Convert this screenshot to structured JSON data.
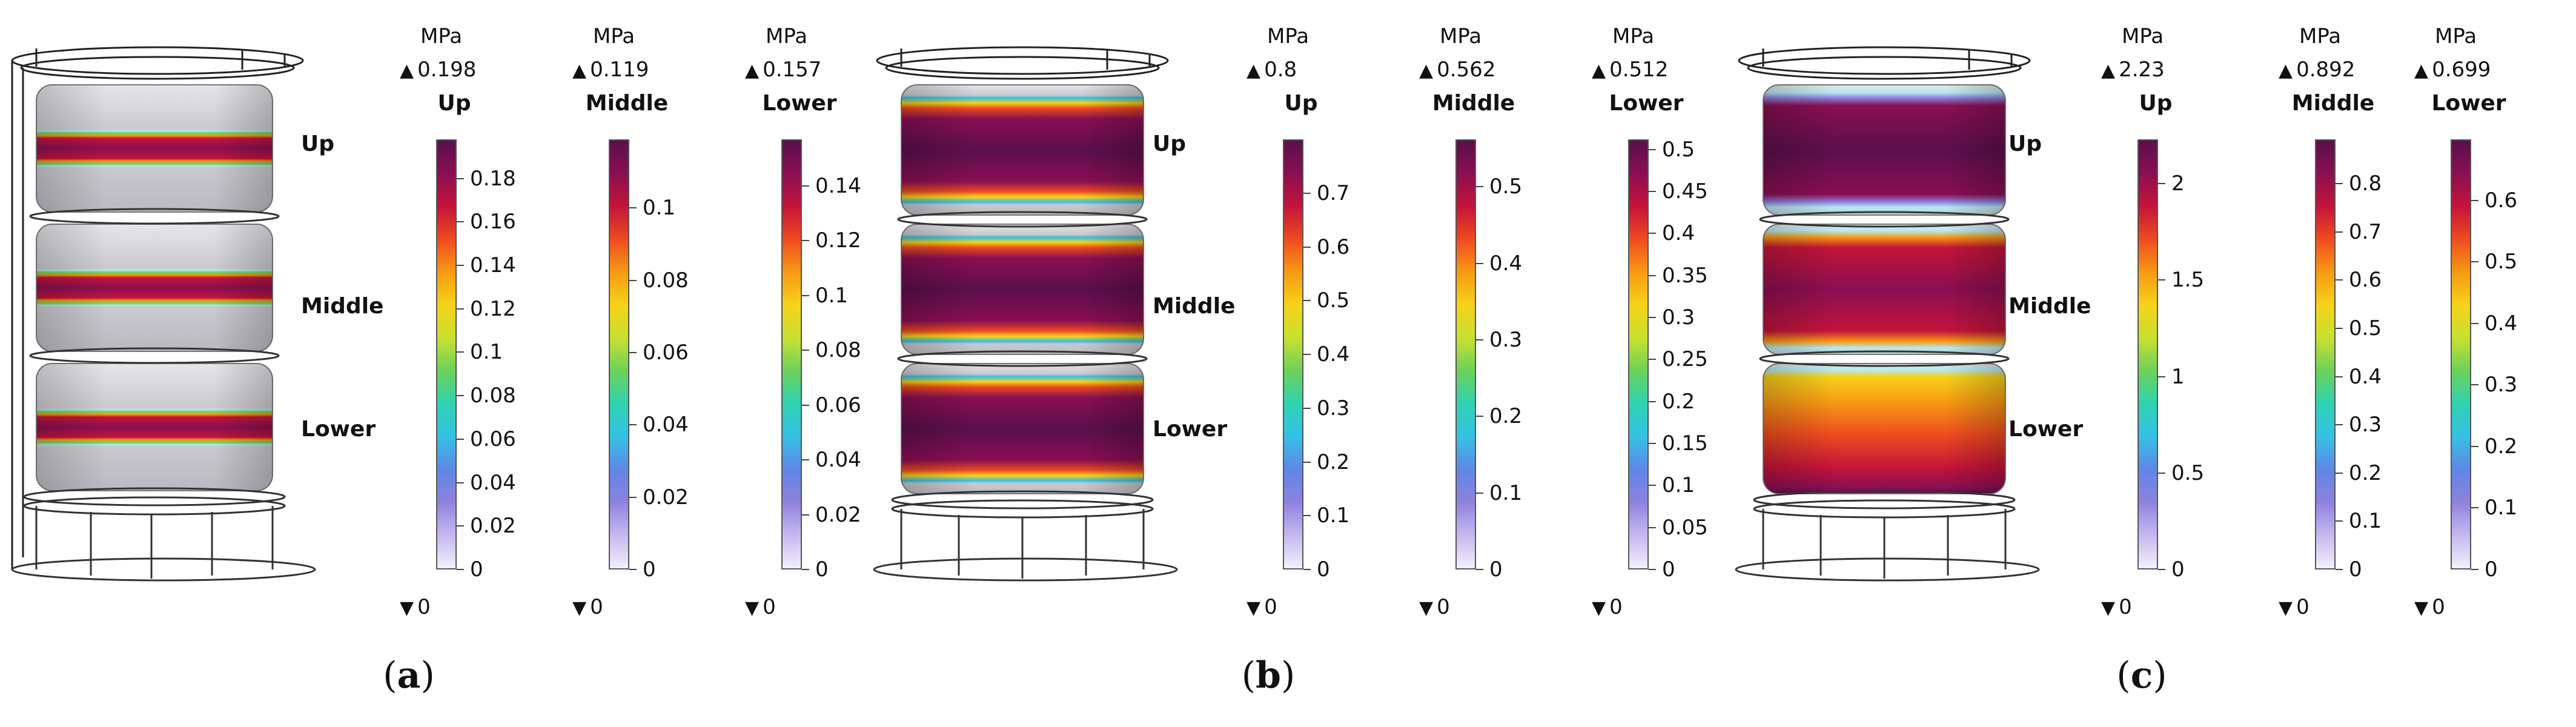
{
  "colormap": [
    "#f2f0fa",
    "#c6b8ef",
    "#8f82de",
    "#5f86e6",
    "#35c1e5",
    "#2fd2b2",
    "#6bd25a",
    "#c8e030",
    "#f6d31a",
    "#f79a13",
    "#ee4b1f",
    "#c4143a",
    "#8a0f52",
    "#5a0f4d"
  ],
  "panels": [
    {
      "label": "a",
      "cylinder_labels": [
        "Up",
        "Middle",
        "Lower"
      ],
      "colorbars": [
        {
          "unit": "MPa",
          "max": "0.198",
          "min": "0",
          "title": "Up",
          "ticks": [
            "0",
            "0.02",
            "0.04",
            "0.06",
            "0.08",
            "0.1",
            "0.12",
            "0.14",
            "0.16",
            "0.18"
          ],
          "tick_values": [
            0,
            0.02,
            0.04,
            0.06,
            0.08,
            0.1,
            0.12,
            0.14,
            0.16,
            0.18
          ],
          "range": [
            0,
            0.198
          ]
        },
        {
          "unit": "MPa",
          "max": "0.119",
          "min": "0",
          "title": "Middle",
          "ticks": [
            "0",
            "0.02",
            "0.04",
            "0.06",
            "0.08",
            "0.1"
          ],
          "tick_values": [
            0,
            0.02,
            0.04,
            0.06,
            0.08,
            0.1
          ],
          "range": [
            0,
            0.119
          ]
        },
        {
          "unit": "MPa",
          "max": "0.157",
          "min": "0",
          "title": "Lower",
          "ticks": [
            "0",
            "0.02",
            "0.04",
            "0.06",
            "0.08",
            "0.1",
            "0.12",
            "0.14"
          ],
          "tick_values": [
            0,
            0.02,
            0.04,
            0.06,
            0.08,
            0.1,
            0.12,
            0.14
          ],
          "range": [
            0,
            0.157
          ]
        }
      ]
    },
    {
      "label": "b",
      "cylinder_labels": [
        "Up",
        "Middle",
        "Lower"
      ],
      "colorbars": [
        {
          "unit": "MPa",
          "max": "0.8",
          "min": "0",
          "title": "Up",
          "ticks": [
            "0",
            "0.1",
            "0.2",
            "0.3",
            "0.4",
            "0.5",
            "0.6",
            "0.7"
          ],
          "tick_values": [
            0,
            0.1,
            0.2,
            0.3,
            0.4,
            0.5,
            0.6,
            0.7
          ],
          "range": [
            0,
            0.8
          ]
        },
        {
          "unit": "MPa",
          "max": "0.562",
          "min": "0",
          "title": "Middle",
          "ticks": [
            "0",
            "0.1",
            "0.2",
            "0.3",
            "0.4",
            "0.5"
          ],
          "tick_values": [
            0,
            0.1,
            0.2,
            0.3,
            0.4,
            0.5
          ],
          "range": [
            0,
            0.562
          ]
        },
        {
          "unit": "MPa",
          "max": "0.512",
          "min": "0",
          "title": "Lower",
          "ticks": [
            "0",
            "0.05",
            "0.1",
            "0.15",
            "0.2",
            "0.25",
            "0.3",
            "0.35",
            "0.4",
            "0.45",
            "0.5"
          ],
          "tick_values": [
            0,
            0.05,
            0.1,
            0.15,
            0.2,
            0.25,
            0.3,
            0.35,
            0.4,
            0.45,
            0.5
          ],
          "range": [
            0,
            0.512
          ]
        }
      ]
    },
    {
      "label": "c",
      "cylinder_labels": [
        "Up",
        "Middle",
        "Lower"
      ],
      "colorbars": [
        {
          "unit": "MPa",
          "max": "2.23",
          "min": "0",
          "title": "Up",
          "ticks": [
            "0",
            "0.5",
            "1",
            "1.5",
            "2"
          ],
          "tick_values": [
            0,
            0.5,
            1,
            1.5,
            2
          ],
          "range": [
            0,
            2.23
          ]
        },
        {
          "unit": "MPa",
          "max": "0.892",
          "min": "0",
          "title": "Middle",
          "ticks": [
            "0",
            "0.1",
            "0.2",
            "0.3",
            "0.4",
            "0.5",
            "0.6",
            "0.7",
            "0.8"
          ],
          "tick_values": [
            0,
            0.1,
            0.2,
            0.3,
            0.4,
            0.5,
            0.6,
            0.7,
            0.8
          ],
          "range": [
            0,
            0.892
          ]
        },
        {
          "unit": "MPa",
          "max": "0.699",
          "min": "0",
          "title": "Lower",
          "ticks": [
            "0",
            "0.1",
            "0.2",
            "0.3",
            "0.4",
            "0.5",
            "0.6"
          ],
          "tick_values": [
            0,
            0.1,
            0.2,
            0.3,
            0.4,
            0.5,
            0.6
          ],
          "range": [
            0,
            0.699
          ]
        }
      ]
    }
  ]
}
